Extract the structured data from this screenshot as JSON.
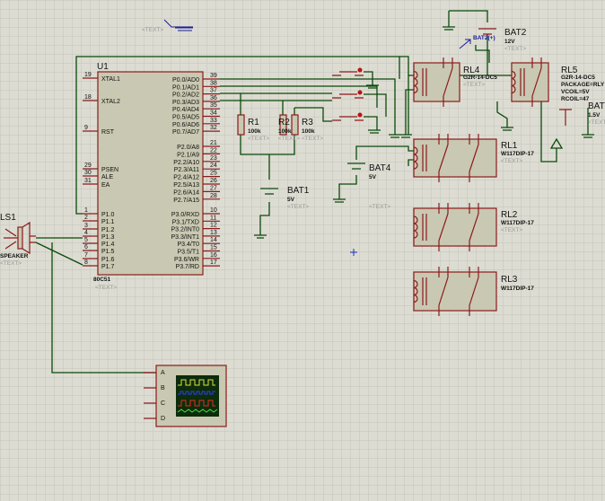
{
  "colors": {
    "wire": "#0a4a0a",
    "pin": "#8b1a1a",
    "body": "#c9c8b2",
    "grid": "#c4c4ba",
    "background": "#dcdcd2"
  },
  "placeholder": "<TEXT>",
  "probe_label": "BAT2(+)",
  "u1": {
    "ref": "U1",
    "part": "80C51",
    "left_pins": [
      [
        "19",
        "XTAL1"
      ],
      [
        "18",
        "XTAL2"
      ],
      [
        "9",
        "RST"
      ],
      [
        "29",
        "PSEN"
      ],
      [
        "30",
        "ALE"
      ],
      [
        "31",
        "EA"
      ],
      [
        "1",
        "P1.0"
      ],
      [
        "2",
        "P1.1"
      ],
      [
        "3",
        "P1.2"
      ],
      [
        "4",
        "P1.3"
      ],
      [
        "5",
        "P1.4"
      ],
      [
        "6",
        "P1.5"
      ],
      [
        "7",
        "P1.6"
      ],
      [
        "8",
        "P1.7"
      ]
    ],
    "right_pins": [
      [
        "39",
        "P0.0/AD0"
      ],
      [
        "38",
        "P0.1/AD1"
      ],
      [
        "37",
        "P0.2/AD2"
      ],
      [
        "36",
        "P0.3/AD3"
      ],
      [
        "35",
        "P0.4/AD4"
      ],
      [
        "34",
        "P0.5/AD5"
      ],
      [
        "33",
        "P0.6/AD6"
      ],
      [
        "32",
        "P0.7/AD7"
      ],
      [
        "21",
        "P2.0/A8"
      ],
      [
        "22",
        "P2.1/A9"
      ],
      [
        "23",
        "P2.2/A10"
      ],
      [
        "24",
        "P2.3/A11"
      ],
      [
        "25",
        "P2.4/A12"
      ],
      [
        "26",
        "P2.5/A13"
      ],
      [
        "27",
        "P2.6/A14"
      ],
      [
        "28",
        "P2.7/A15"
      ],
      [
        "10",
        "P3.0/RXD"
      ],
      [
        "11",
        "P3.1/TXD"
      ],
      [
        "12",
        "P3.2/INT0"
      ],
      [
        "13",
        "P3.3/INT1"
      ],
      [
        "14",
        "P3.4/T0"
      ],
      [
        "15",
        "P3.5/T1"
      ],
      [
        "16",
        "P3.6/WR"
      ],
      [
        "17",
        "P3.7/RD"
      ]
    ]
  },
  "resistors": [
    {
      "ref": "R1",
      "value": "100k"
    },
    {
      "ref": "R2",
      "value": "100k"
    },
    {
      "ref": "R3",
      "value": "100k"
    }
  ],
  "batteries": {
    "bat1": {
      "ref": "BAT1",
      "value": "5V"
    },
    "bat2": {
      "ref": "BAT2",
      "value": "12V"
    },
    "bat3": {
      "ref": "BAT",
      "value": "1.5V"
    },
    "bat4": {
      "ref": "BAT4",
      "value": "5V"
    }
  },
  "relays": {
    "rl4": {
      "ref": "RL4",
      "part": "G2R-14-DC5"
    },
    "rl5": {
      "ref": "RL5",
      "part": "G2R-14-DC5",
      "package": "PACKAGE=RLY",
      "vcoil": "VCOIL=5V",
      "rcoil": "RCOIL=47"
    },
    "rl1": {
      "ref": "RL1",
      "part": "W117DIP-17"
    },
    "rl2": {
      "ref": "RL2",
      "part": "W117DIP-17"
    },
    "rl3": {
      "ref": "RL3",
      "part": "W117DIP-17"
    }
  },
  "speaker": {
    "ref": "LS1",
    "part": "SPEAKER"
  },
  "scope": {
    "channels": [
      "A",
      "B",
      "C",
      "D"
    ]
  }
}
